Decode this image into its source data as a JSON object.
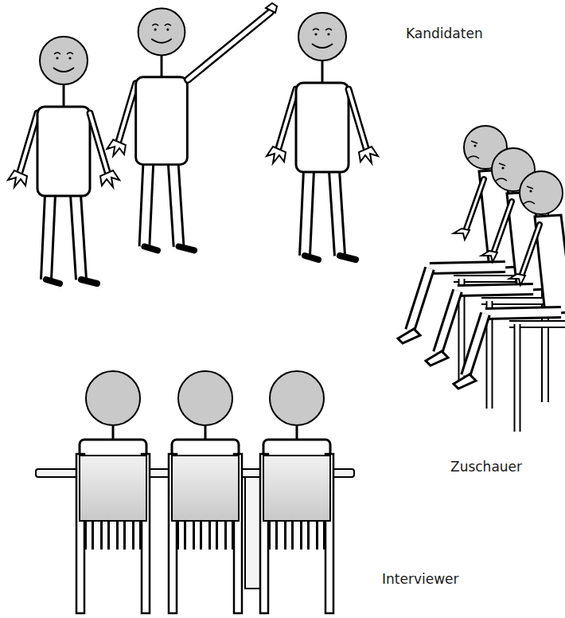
{
  "diagram": {
    "labels": [
      "Kandidaten",
      "Zuschauer",
      "Interviewer"
    ]
  }
}
